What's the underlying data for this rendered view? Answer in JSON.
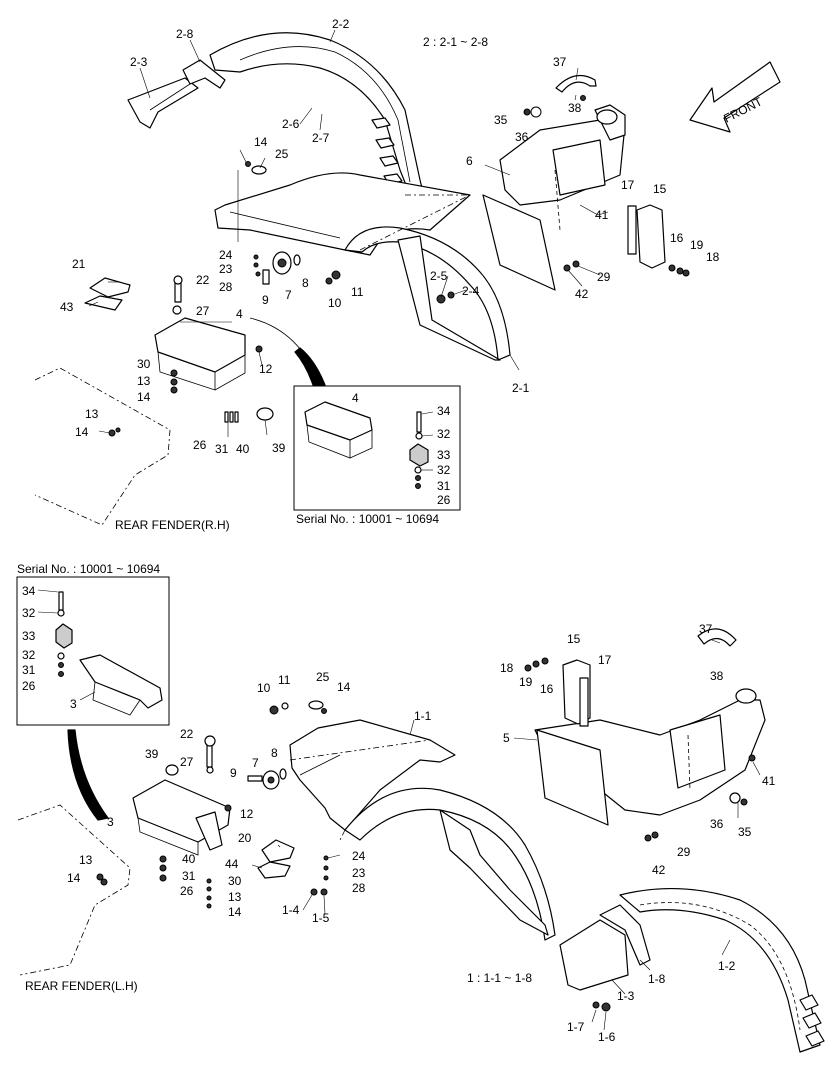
{
  "header": {
    "group_2": "2 : 2-1 ~ 2-8",
    "group_1": "1 : 1-1 ~ 1-8",
    "front": "FRONT"
  },
  "captions": {
    "rear_fender_rh": "REAR FENDER(R.H)",
    "rear_fender_lh": "REAR FENDER(L.H)",
    "serial_rh": "Serial No. : 10001 ~ 10694",
    "serial_lh": "Serial No. : 10001 ~ 10694"
  },
  "labels": {
    "t2_8": "2-8",
    "t2_2": "2-2",
    "t2_3": "2-3",
    "t2_6": "2-6",
    "t2_7": "2-7",
    "t2_5": "2-5",
    "t2_4": "2-4",
    "t2_1": "2-1",
    "t37a": "37",
    "t38a": "38",
    "t35a": "35",
    "t36a": "36",
    "t6": "6",
    "t17a": "17",
    "t15a": "15",
    "t41a": "41",
    "t16a": "16",
    "t19a": "19",
    "t18a": "18",
    "t29a": "29",
    "t42a": "42",
    "t14a": "14",
    "t25a": "25",
    "t24a": "24",
    "t23a": "23",
    "t28a": "28",
    "t22a": "22",
    "t27a": "27",
    "t21": "21",
    "t43": "43",
    "t9a": "9",
    "t7a": "7",
    "t8a": "8",
    "t10a": "10",
    "t11a": "11",
    "t4a": "4",
    "t30a": "30",
    "t13a": "13",
    "t14b": "14",
    "t12a": "12",
    "t13b": "13",
    "t14c": "14",
    "t26a": "26",
    "t31a": "31",
    "t40a": "40",
    "t39a": "39",
    "t4b": "4",
    "t34a": "34",
    "t32a": "32",
    "t33a": "33",
    "t32b": "32",
    "t31b": "31",
    "t26b": "26",
    "t34b": "34",
    "t32c": "32",
    "t33b": "33",
    "t32d": "32",
    "t31c": "31",
    "t26c": "26",
    "t3a": "3",
    "t15b": "15",
    "t17b": "17",
    "t37b": "37",
    "t18b": "18",
    "t19b": "19",
    "t16b": "16",
    "t38b": "38",
    "t25b": "25",
    "t14d": "14",
    "t10b": "10",
    "t11b": "11",
    "t1_1": "1-1",
    "t5": "5",
    "t41b": "41",
    "t7b": "7",
    "t9b": "9",
    "t8b": "8",
    "t39b": "39",
    "t22b": "22",
    "t27b": "27",
    "t3b": "3",
    "t12b": "12",
    "t20": "20",
    "t44": "44",
    "t24b": "24",
    "t23b": "23",
    "t28b": "28",
    "t1_4": "1-4",
    "t1_5": "1-5",
    "t13c": "13",
    "t14e": "14",
    "t40b": "40",
    "t31d": "31",
    "t26d": "26",
    "t30b": "30",
    "t13d": "13",
    "t14f": "14",
    "t36b": "36",
    "t35b": "35",
    "t29b": "29",
    "t42b": "42",
    "t1_3": "1-3",
    "t1_8": "1-8",
    "t1_2": "1-2",
    "t1_7": "1-7",
    "t1_6": "1-6"
  }
}
